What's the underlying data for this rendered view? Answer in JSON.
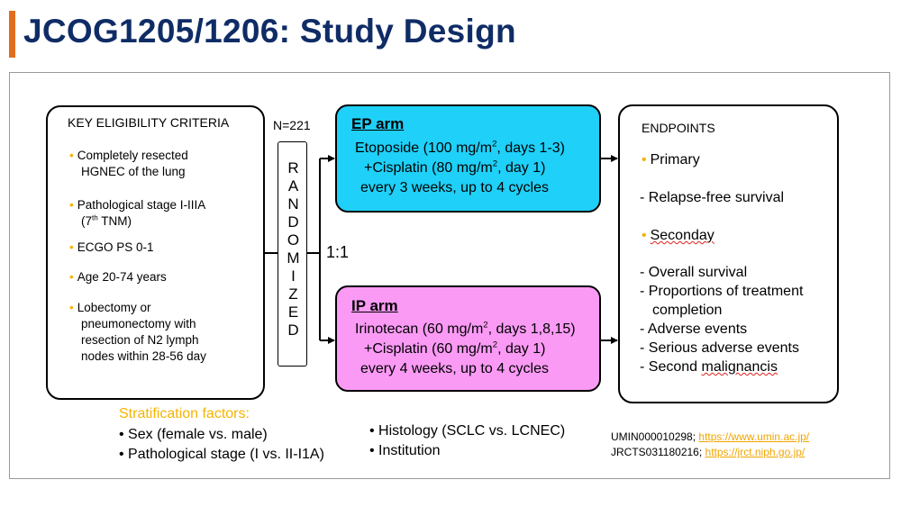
{
  "title": "JCOG1205/1206: Study Design",
  "eligibility": {
    "heading": "KEY ELIGIBILITY CRITERIA",
    "items": [
      {
        "lines": [
          "Completely resected",
          "HGNEC of the lung"
        ]
      },
      {
        "line1": "Pathological stage I-IIIA",
        "line2_pre": "(7",
        "line2_sup": "th",
        "line2_post": " TNM)"
      },
      {
        "lines": [
          "ECGO PS 0-1"
        ]
      },
      {
        "lines": [
          "Age 20-74 years"
        ]
      },
      {
        "lines": [
          "Lobectomy or",
          "pneumonectomy with",
          "resection of N2 lymph",
          "nodes within 28-56 day"
        ]
      }
    ]
  },
  "randomization": {
    "n_label": "N=221",
    "letters": [
      "R",
      "A",
      "N",
      "D",
      "O",
      "M",
      "I",
      "Z",
      "E",
      "D"
    ],
    "ratio": "1:1"
  },
  "ep_arm": {
    "name": "EP arm",
    "line1_pre": "Etoposide (100 mg/m",
    "line1_sup": "2",
    "line1_post": ", days 1-3)",
    "line2_pre": "+Cisplatin  (80 mg/m",
    "line2_sup": "2",
    "line2_post": ", day 1)",
    "line3": "every 3 weeks, up to 4 cycles"
  },
  "ip_arm": {
    "name": "IP arm",
    "line1_pre": "Irinotecan  (60 mg/m",
    "line1_sup": "2",
    "line1_post": ", days 1,8,15)",
    "line2_pre": "+Cisplatin  (60 mg/m",
    "line2_sup": "2",
    "line2_post": ", day 1)",
    "line3": "every 4 weeks, up to 4 cycles"
  },
  "endpoints": {
    "heading": "ENDPOINTS",
    "primary_label": "Primary",
    "primary_items": [
      "- Relapse-free survival"
    ],
    "secondary_label": "Seconday",
    "secondary_items": [
      "- Overall survival",
      "- Proportions of treatment",
      "  completion",
      "- Adverse events",
      "- Serious adverse events",
      "- Second malignancis"
    ]
  },
  "stratification": {
    "heading": "Stratification factors:",
    "left_items": [
      "Sex (female vs. male)",
      "Pathological stage (I vs. II-I1A)"
    ],
    "right_items": [
      "Histology (SCLC vs. LCNEC)",
      "Institution"
    ]
  },
  "registry": {
    "umin_id": "UMIN000010298;",
    "umin_url": "https://www.umin.ac.jp/",
    "jrct_id": "JRCTS031180216;",
    "jrct_url": "https://jrct.niph.go.jp/"
  },
  "colors": {
    "title": "#0f2c66",
    "accent_bar": "#e36c1d",
    "ep_fill": "#1fd0f8",
    "ip_fill": "#fa9af5",
    "bullet": "#f5b400",
    "stratification_heading": "#f5b400",
    "link": "#f0a500"
  }
}
